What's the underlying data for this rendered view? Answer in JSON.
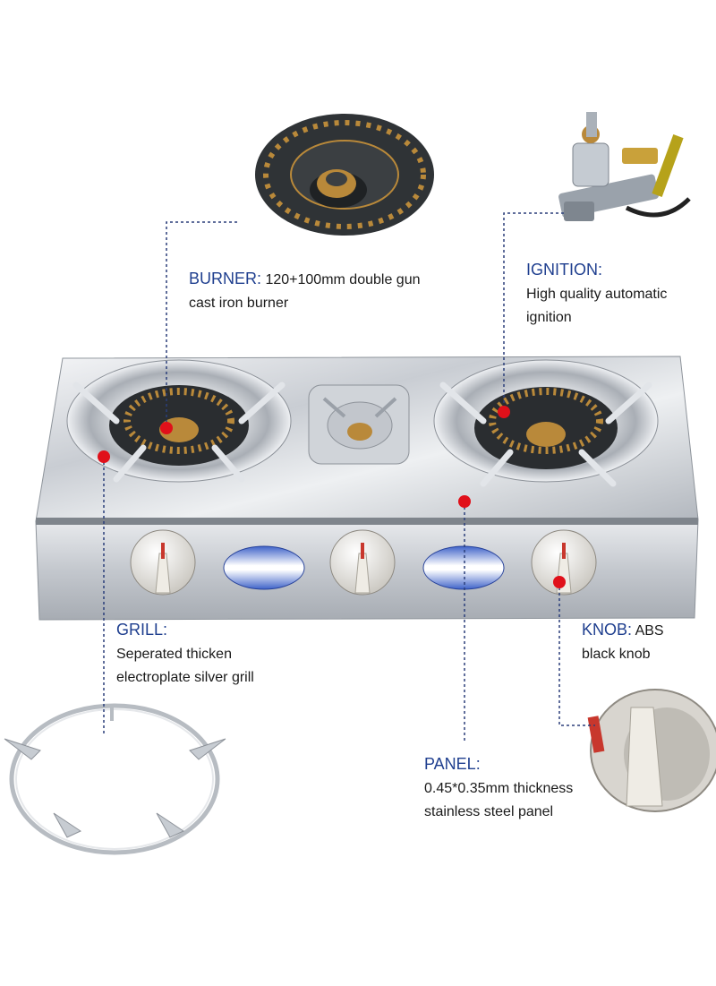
{
  "callouts": {
    "burner": {
      "title": "BURNER:",
      "title_suffix": " 120+100mm double gun",
      "lines": [
        "cast iron burner"
      ]
    },
    "ignition": {
      "title": "IGNITION:",
      "title_suffix": "",
      "lines": [
        "High quality automatic",
        "ignition"
      ]
    },
    "grill": {
      "title": "GRILL:",
      "title_suffix": "",
      "lines": [
        "Seperated thicken",
        "electroplate silver grill"
      ]
    },
    "knob": {
      "title": "KNOB:",
      "title_suffix": " ABS",
      "lines": [
        "black knob"
      ]
    },
    "panel": {
      "title": "PANEL:",
      "title_suffix": "",
      "lines": [
        "0.45*0.35mm thickness",
        "stainless steel panel"
      ]
    }
  },
  "colors": {
    "label_head": "#1f3f8f",
    "marker": "#e0101a",
    "leader": "#2b3f7a",
    "steel_light": "#e6e8ec",
    "steel_dark": "#9aa0a8",
    "window_blue": "#3f63c9",
    "brass": "#b9893a"
  },
  "icons": [
    "burner-cap-icon",
    "ignition-valve-icon",
    "grill-ring-icon",
    "knob-closeup-icon",
    "stove-icon"
  ]
}
